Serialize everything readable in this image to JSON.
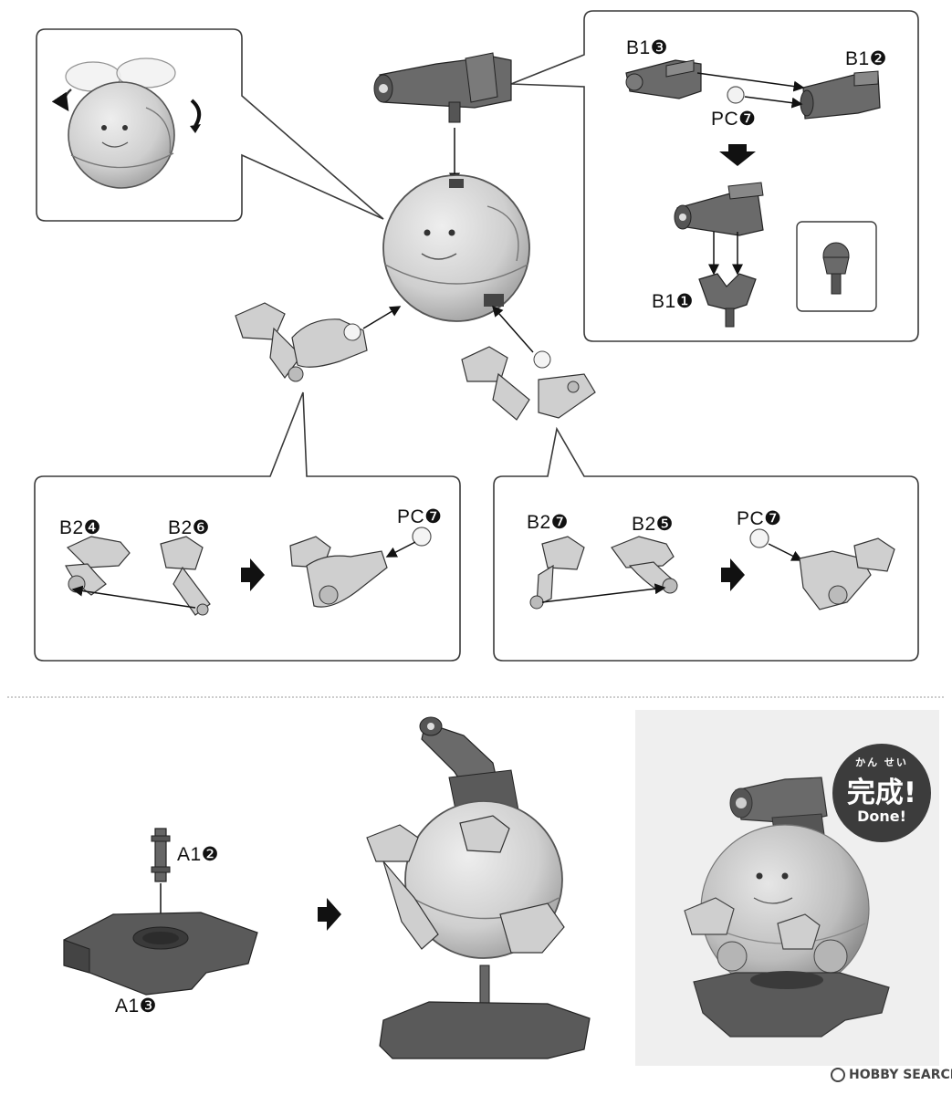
{
  "labels": {
    "b1_3": "B1❸",
    "b1_2": "B1❷",
    "pc7_top": "PC❼",
    "b1_1": "B1❶",
    "b2_4": "B2❹",
    "b2_6": "B2❻",
    "pc7_left": "PC❼",
    "b2_7": "B2❼",
    "b2_5": "B2❺",
    "pc7_right": "PC❼",
    "a1_2": "A1❷",
    "a1_3": "A1❸"
  },
  "badge": {
    "ruby": "かん せい",
    "kanji": "完成!",
    "english": "Done!"
  },
  "watermark": "HOBBY SEARCH",
  "colors": {
    "panel_border": "#3a3a3a",
    "light_part": "#d4d4d4",
    "dark_part": "#5a5a5a",
    "badge": "#3c3c3c",
    "photo_bg": "#efefef"
  }
}
